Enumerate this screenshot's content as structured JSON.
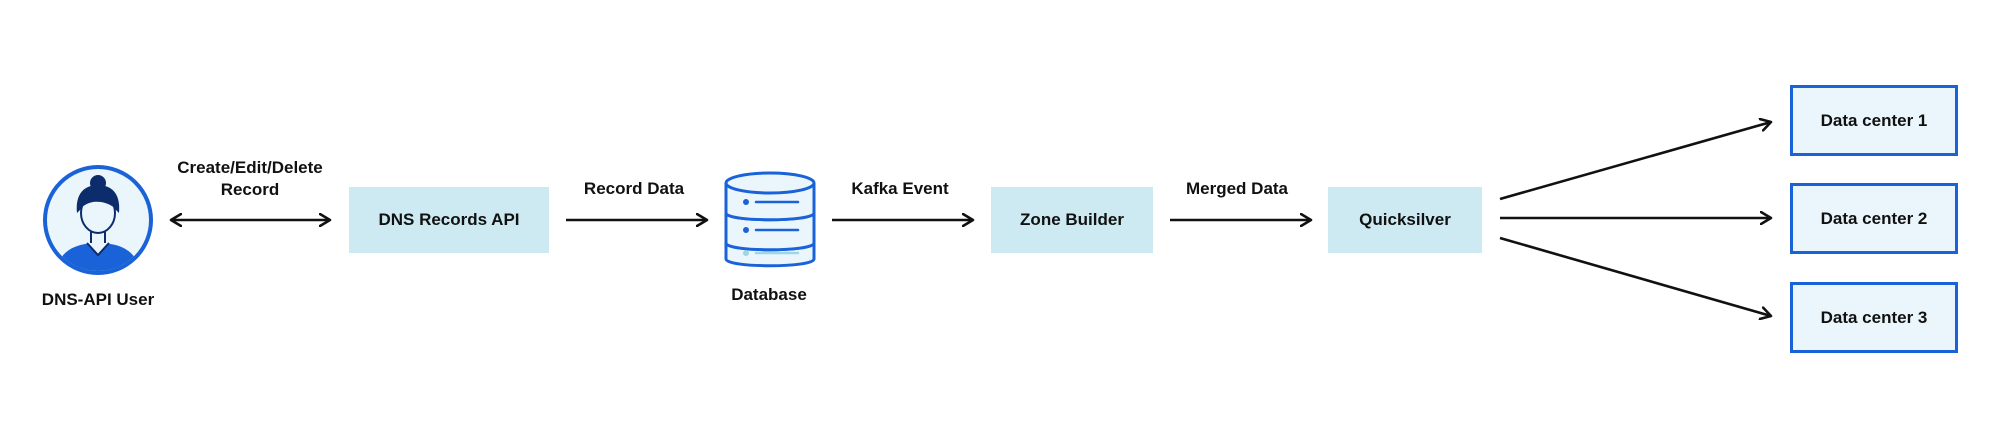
{
  "diagram": {
    "nodes": {
      "user": {
        "label": "DNS-API User",
        "icon": "user-avatar-icon"
      },
      "dns_api": {
        "label": "DNS Records API"
      },
      "database": {
        "label": "Database",
        "icon": "database-icon"
      },
      "zone_builder": {
        "label": "Zone Builder"
      },
      "quicksilver": {
        "label": "Quicksilver"
      },
      "dc1": {
        "label": "Data center 1"
      },
      "dc2": {
        "label": "Data center 2"
      },
      "dc3": {
        "label": "Data center 3"
      }
    },
    "edges": {
      "user_api": {
        "line1": "Create/Edit/Delete",
        "line2": "Record"
      },
      "api_db": {
        "label": "Record Data"
      },
      "db_zone": {
        "label": "Kafka Event"
      },
      "zone_qs": {
        "label": "Merged Data"
      }
    },
    "colors": {
      "accent_blue": "#1a62d8",
      "box_fill": "#cdeaf2",
      "dc_fill": "#eaf6fb",
      "text": "#111111"
    }
  }
}
